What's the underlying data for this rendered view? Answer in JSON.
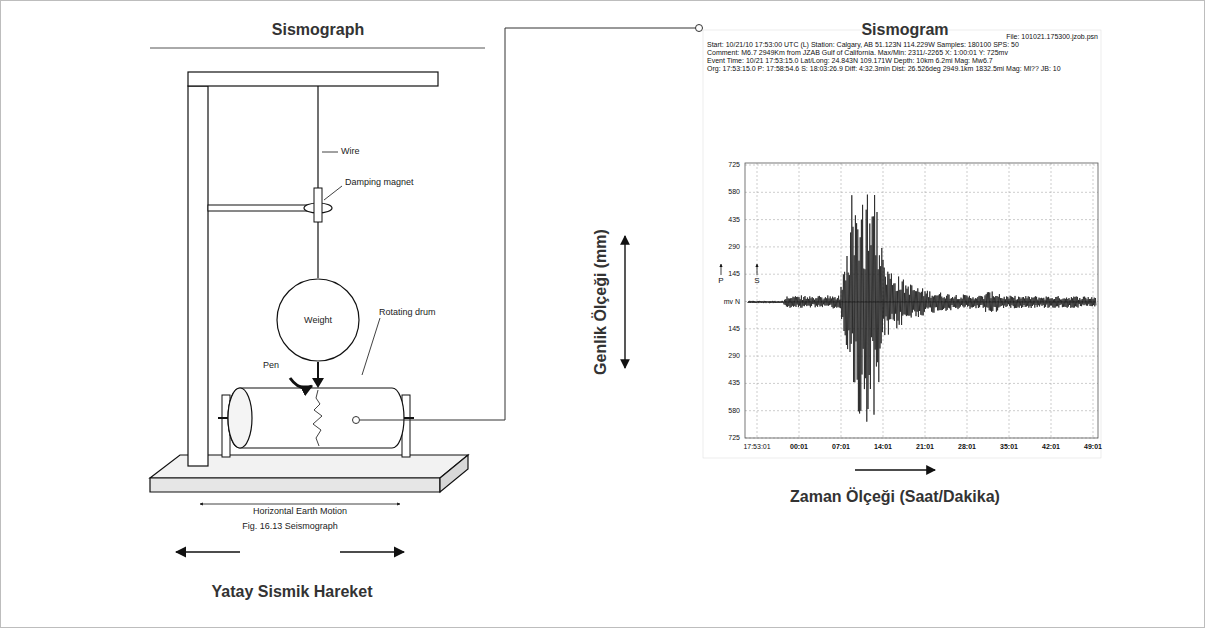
{
  "diagram": {
    "nodes": [
      {
        "text": [
          "Weight"
        ]
      }
    ],
    "labels": [
      "Sismograph",
      "Sismogram",
      "Wire",
      "Damping magnet",
      "Rotating drum",
      "Pen",
      "Horizontal Earth Motion",
      "Fig. 16.13 Seismograph",
      "Yatay Sismik Hareket",
      "File: 101021.175300.jzob.psn",
      "Start: 10/21/10 17:53:00 UTC (L) Station: Calgary, AB 51.123N 114.229W Samples: 180100 SPS: 50",
      "Comment: M6.7 2949Km from JZAB Gulf of California. Max/Min: 2311/-2265 X: 1:00:01 Y: 725mv",
      "Event Time: 10/21 17:53:15.0 Lat/Long: 24.843N 109.171W Depth: 10km 6.2mi Mag: Mw6.7",
      "Org: 17:53:15.0 P: 17:58:54.6 S: 18:03:26.9 Diff: 4:32.3min Dist: 26.526deg 2949.1km 1832.5mi Mag: Ml?? JB: 10",
      "725",
      "580",
      "435",
      "290",
      "145",
      "mv N",
      "145",
      "290",
      "435",
      "580",
      "725",
      "17:53:01",
      "00:01",
      "07:01",
      "14:01",
      "21:01",
      "28:01",
      "35:01",
      "42:01",
      "49:01",
      "P",
      "S",
      "Genlik Ölçeği (mm)",
      "Zaman Ölçeği (Saat/Dakika)"
    ]
  }
}
